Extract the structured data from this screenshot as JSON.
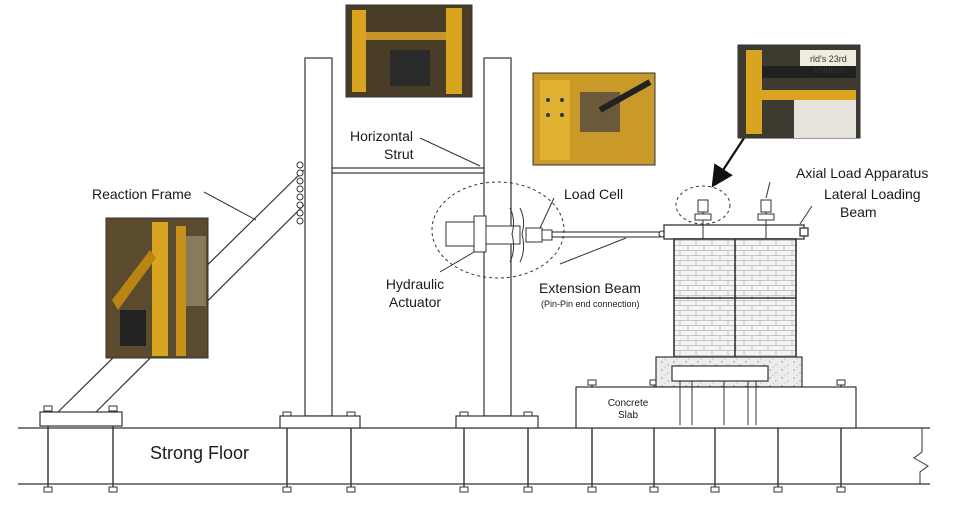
{
  "labels": {
    "reaction_frame": "Reaction Frame",
    "horizontal_strut_1": "Horizontal",
    "horizontal_strut_2": "Strut",
    "load_cell": "Load Cell",
    "hydraulic_actuator_1": "Hydraulic",
    "hydraulic_actuator_2": "Actuator",
    "extension_beam": "Extension Beam",
    "extension_beam_note": "(Pin-Pin end connection)",
    "axial_load_apparatus": "Axial Load Apparatus",
    "lateral_loading_beam_1": "Lateral Loading",
    "lateral_loading_beam_2": "Beam",
    "concrete_slab_1": "Concrete",
    "concrete_slab_2": "Slab",
    "strong_floor": "Strong Floor"
  },
  "photo_text": {
    "sign_1": "rld's 23rd",
    "sign_2": "xhibition"
  },
  "colors": {
    "steel_yellow": "#d9a520",
    "line": "#333333",
    "concrete": "#e8e8e8",
    "masonry": "#f2f2f2"
  }
}
